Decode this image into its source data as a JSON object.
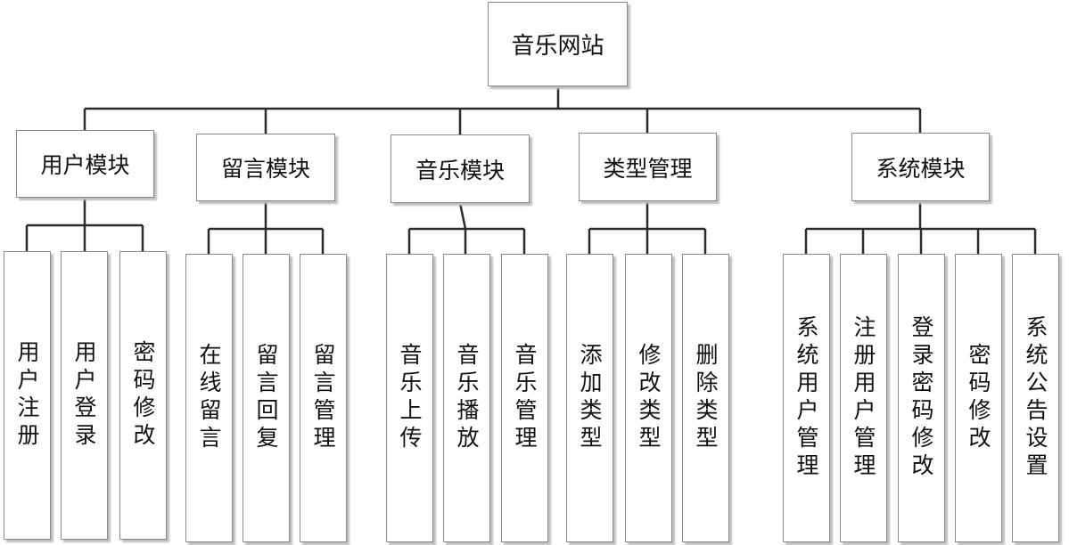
{
  "diagram": {
    "root": "音乐网站",
    "modules": [
      {
        "label": "用户模块",
        "children": [
          "用户注册",
          "用户登录",
          "密码修改"
        ]
      },
      {
        "label": "留言模块",
        "children": [
          "在线留言",
          "留言回复",
          "留言管理"
        ]
      },
      {
        "label": "音乐模块",
        "children": [
          "音乐上传",
          "音乐播放",
          "音乐管理"
        ]
      },
      {
        "label": "类型管理",
        "children": [
          "添加类型",
          "修改类型",
          "删除类型"
        ]
      },
      {
        "label": "系统模块",
        "children": [
          "系统用户管理",
          "注册用户管理",
          "登录密码修改",
          "密码修改",
          "系统公告设置"
        ]
      }
    ]
  },
  "colors": {
    "line": "#2b2b2b",
    "border": "#8a8a8a",
    "shadow": "#bdbdbd"
  }
}
